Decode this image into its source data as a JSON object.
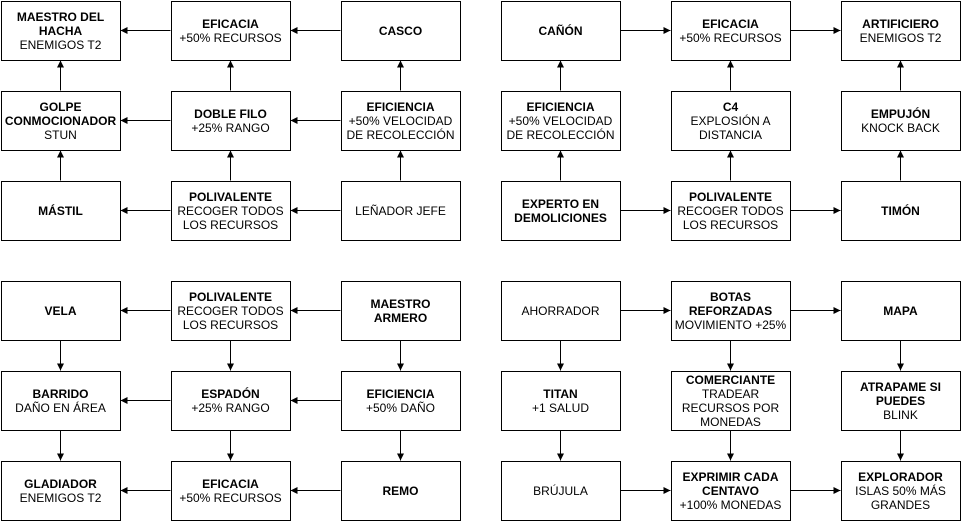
{
  "trees": [
    {
      "nodes": [
        {
          "id": "maestro-del-hacha",
          "title": "MAESTRO DEL HACHA",
          "sub": "ENEMIGOS T2"
        },
        {
          "id": "eficacia-a",
          "title": "EFICACIA",
          "sub": "+50% RECURSOS"
        },
        {
          "id": "casco",
          "title": "CASCO",
          "sub": ""
        },
        {
          "id": "golpe-conmocionador",
          "title": "GOLPE CONMOCIONADOR",
          "sub": "STUN"
        },
        {
          "id": "doble-filo",
          "title": "DOBLE FILO",
          "sub": "+25% RANGO"
        },
        {
          "id": "eficiencia-a",
          "title": "EFICIENCIA",
          "sub": "+50% VELOCIDAD DE RECOLECCIÓN"
        },
        {
          "id": "mastil",
          "title": "MÁSTIL",
          "sub": ""
        },
        {
          "id": "polivalente-a",
          "title": "POLIVALENTE",
          "sub": "RECOGER TODOS LOS RECURSOS"
        },
        {
          "id": "lenador-jefe",
          "title": "",
          "sub": "LEÑADOR JEFE"
        }
      ]
    },
    {
      "nodes": [
        {
          "id": "canon",
          "title": "CAÑÓN",
          "sub": ""
        },
        {
          "id": "eficacia-b",
          "title": "EFICACIA",
          "sub": "+50% RECURSOS"
        },
        {
          "id": "artificiero",
          "title": "ARTIFICIERO",
          "sub": "ENEMIGOS T2"
        },
        {
          "id": "eficiencia-b",
          "title": "EFICIENCIA",
          "sub": "+50% VELOCIDAD DE RECOLECCIÓN"
        },
        {
          "id": "c4",
          "title": "C4",
          "sub": "EXPLOSIÓN A DISTANCIA"
        },
        {
          "id": "empujon",
          "title": "EMPUJÓN",
          "sub": "KNOCK BACK"
        },
        {
          "id": "experto-en-demoliciones",
          "title": "EXPERTO EN DEMOLICIONES",
          "sub": ""
        },
        {
          "id": "polivalente-b",
          "title": "POLIVALENTE",
          "sub": "RECOGER TODOS LOS RECURSOS"
        },
        {
          "id": "timon",
          "title": "TIMÓN",
          "sub": ""
        }
      ]
    },
    {
      "nodes": [
        {
          "id": "vela",
          "title": "VELA",
          "sub": ""
        },
        {
          "id": "polivalente-c",
          "title": "POLIVALENTE",
          "sub": "RECOGER TODOS LOS RECURSOS"
        },
        {
          "id": "maestro-armero",
          "title": "MAESTRO ARMERO",
          "sub": ""
        },
        {
          "id": "barrido",
          "title": "BARRIDO",
          "sub": "DAÑO EN ÁREA"
        },
        {
          "id": "espadon",
          "title": "ESPADÓN",
          "sub": "+25% RANGO"
        },
        {
          "id": "eficiencia-c",
          "title": "EFICIENCIA",
          "sub": "+50% DAÑO"
        },
        {
          "id": "gladiador",
          "title": "GLADIADOR",
          "sub": "ENEMIGOS T2"
        },
        {
          "id": "eficacia-c",
          "title": "EFICACIA",
          "sub": "+50% RECURSOS"
        },
        {
          "id": "remo",
          "title": "REMO",
          "sub": ""
        }
      ]
    },
    {
      "nodes": [
        {
          "id": "ahorrador",
          "title": "",
          "sub": "AHORRADOR"
        },
        {
          "id": "botas-reforzadas",
          "title": "BOTAS REFORZADAS",
          "sub": "MOVIMIENTO +25%"
        },
        {
          "id": "mapa",
          "title": "MAPA",
          "sub": ""
        },
        {
          "id": "titan",
          "title": "TITAN",
          "sub": "+1 SALUD"
        },
        {
          "id": "comerciante",
          "title": "COMERCIANTE",
          "sub": "TRADEAR RECURSOS POR MONEDAS"
        },
        {
          "id": "atrapame-si-puedes",
          "title": "ATRAPAME SI PUEDES",
          "sub": "BLINK"
        },
        {
          "id": "brujula",
          "title": "",
          "sub": "BRÚJULA"
        },
        {
          "id": "exprimir-cada-centavo",
          "title": "EXPRIMIR CADA CENTAVO",
          "sub": "+100% MONEDAS"
        },
        {
          "id": "explorador",
          "title": "EXPLORADOR",
          "sub": "ISLAS 50% MÁS GRANDES"
        }
      ]
    }
  ],
  "edges": [
    [
      "lenador-jefe",
      "polivalente-a"
    ],
    [
      "polivalente-a",
      "mastil"
    ],
    [
      "lenador-jefe",
      "eficiencia-a"
    ],
    [
      "polivalente-a",
      "doble-filo"
    ],
    [
      "mastil",
      "golpe-conmocionador"
    ],
    [
      "eficiencia-a",
      "doble-filo"
    ],
    [
      "doble-filo",
      "golpe-conmocionador"
    ],
    [
      "eficiencia-a",
      "casco"
    ],
    [
      "doble-filo",
      "eficacia-a"
    ],
    [
      "golpe-conmocionador",
      "maestro-del-hacha"
    ],
    [
      "casco",
      "eficacia-a"
    ],
    [
      "eficacia-a",
      "maestro-del-hacha"
    ],
    [
      "experto-en-demoliciones",
      "polivalente-b"
    ],
    [
      "polivalente-b",
      "timon"
    ],
    [
      "experto-en-demoliciones",
      "eficiencia-b"
    ],
    [
      "polivalente-b",
      "c4"
    ],
    [
      "timon",
      "empujon"
    ],
    [
      "eficiencia-b",
      "canon"
    ],
    [
      "c4",
      "eficacia-b"
    ],
    [
      "empujon",
      "artificiero"
    ],
    [
      "canon",
      "eficacia-b"
    ],
    [
      "eficacia-b",
      "artificiero"
    ],
    [
      "maestro-armero",
      "polivalente-c"
    ],
    [
      "polivalente-c",
      "vela"
    ],
    [
      "maestro-armero",
      "eficiencia-c"
    ],
    [
      "polivalente-c",
      "espadon"
    ],
    [
      "vela",
      "barrido"
    ],
    [
      "eficiencia-c",
      "espadon"
    ],
    [
      "espadon",
      "barrido"
    ],
    [
      "eficiencia-c",
      "remo"
    ],
    [
      "espadon",
      "eficacia-c"
    ],
    [
      "barrido",
      "gladiador"
    ],
    [
      "remo",
      "eficacia-c"
    ],
    [
      "eficacia-c",
      "gladiador"
    ],
    [
      "ahorrador",
      "botas-reforzadas"
    ],
    [
      "botas-reforzadas",
      "mapa"
    ],
    [
      "ahorrador",
      "titan"
    ],
    [
      "botas-reforzadas",
      "comerciante"
    ],
    [
      "mapa",
      "atrapame-si-puedes"
    ],
    [
      "titan",
      "brujula"
    ],
    [
      "comerciante",
      "exprimir-cada-centavo"
    ],
    [
      "atrapame-si-puedes",
      "explorador"
    ],
    [
      "brujula",
      "exprimir-cada-centavo"
    ],
    [
      "exprimir-cada-centavo",
      "explorador"
    ]
  ]
}
